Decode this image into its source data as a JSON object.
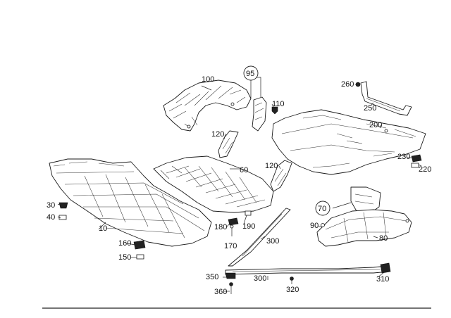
{
  "callouts": {
    "c10": "10",
    "c30": "30",
    "c40": "40",
    "c60": "60",
    "c70": "70",
    "c80": "80",
    "c90": "90",
    "c95": "95",
    "c100": "100",
    "c110": "110",
    "c120a": "120",
    "c120b": "120",
    "c150": "150",
    "c160": "160",
    "c170": "170",
    "c180": "180",
    "c190": "190",
    "c200": "200",
    "c220": "220",
    "c230": "230",
    "c250": "250",
    "c260": "260",
    "c300a": "300",
    "c300b": "300",
    "c310": "310",
    "c320": "320",
    "c350": "350",
    "c360": "360"
  }
}
